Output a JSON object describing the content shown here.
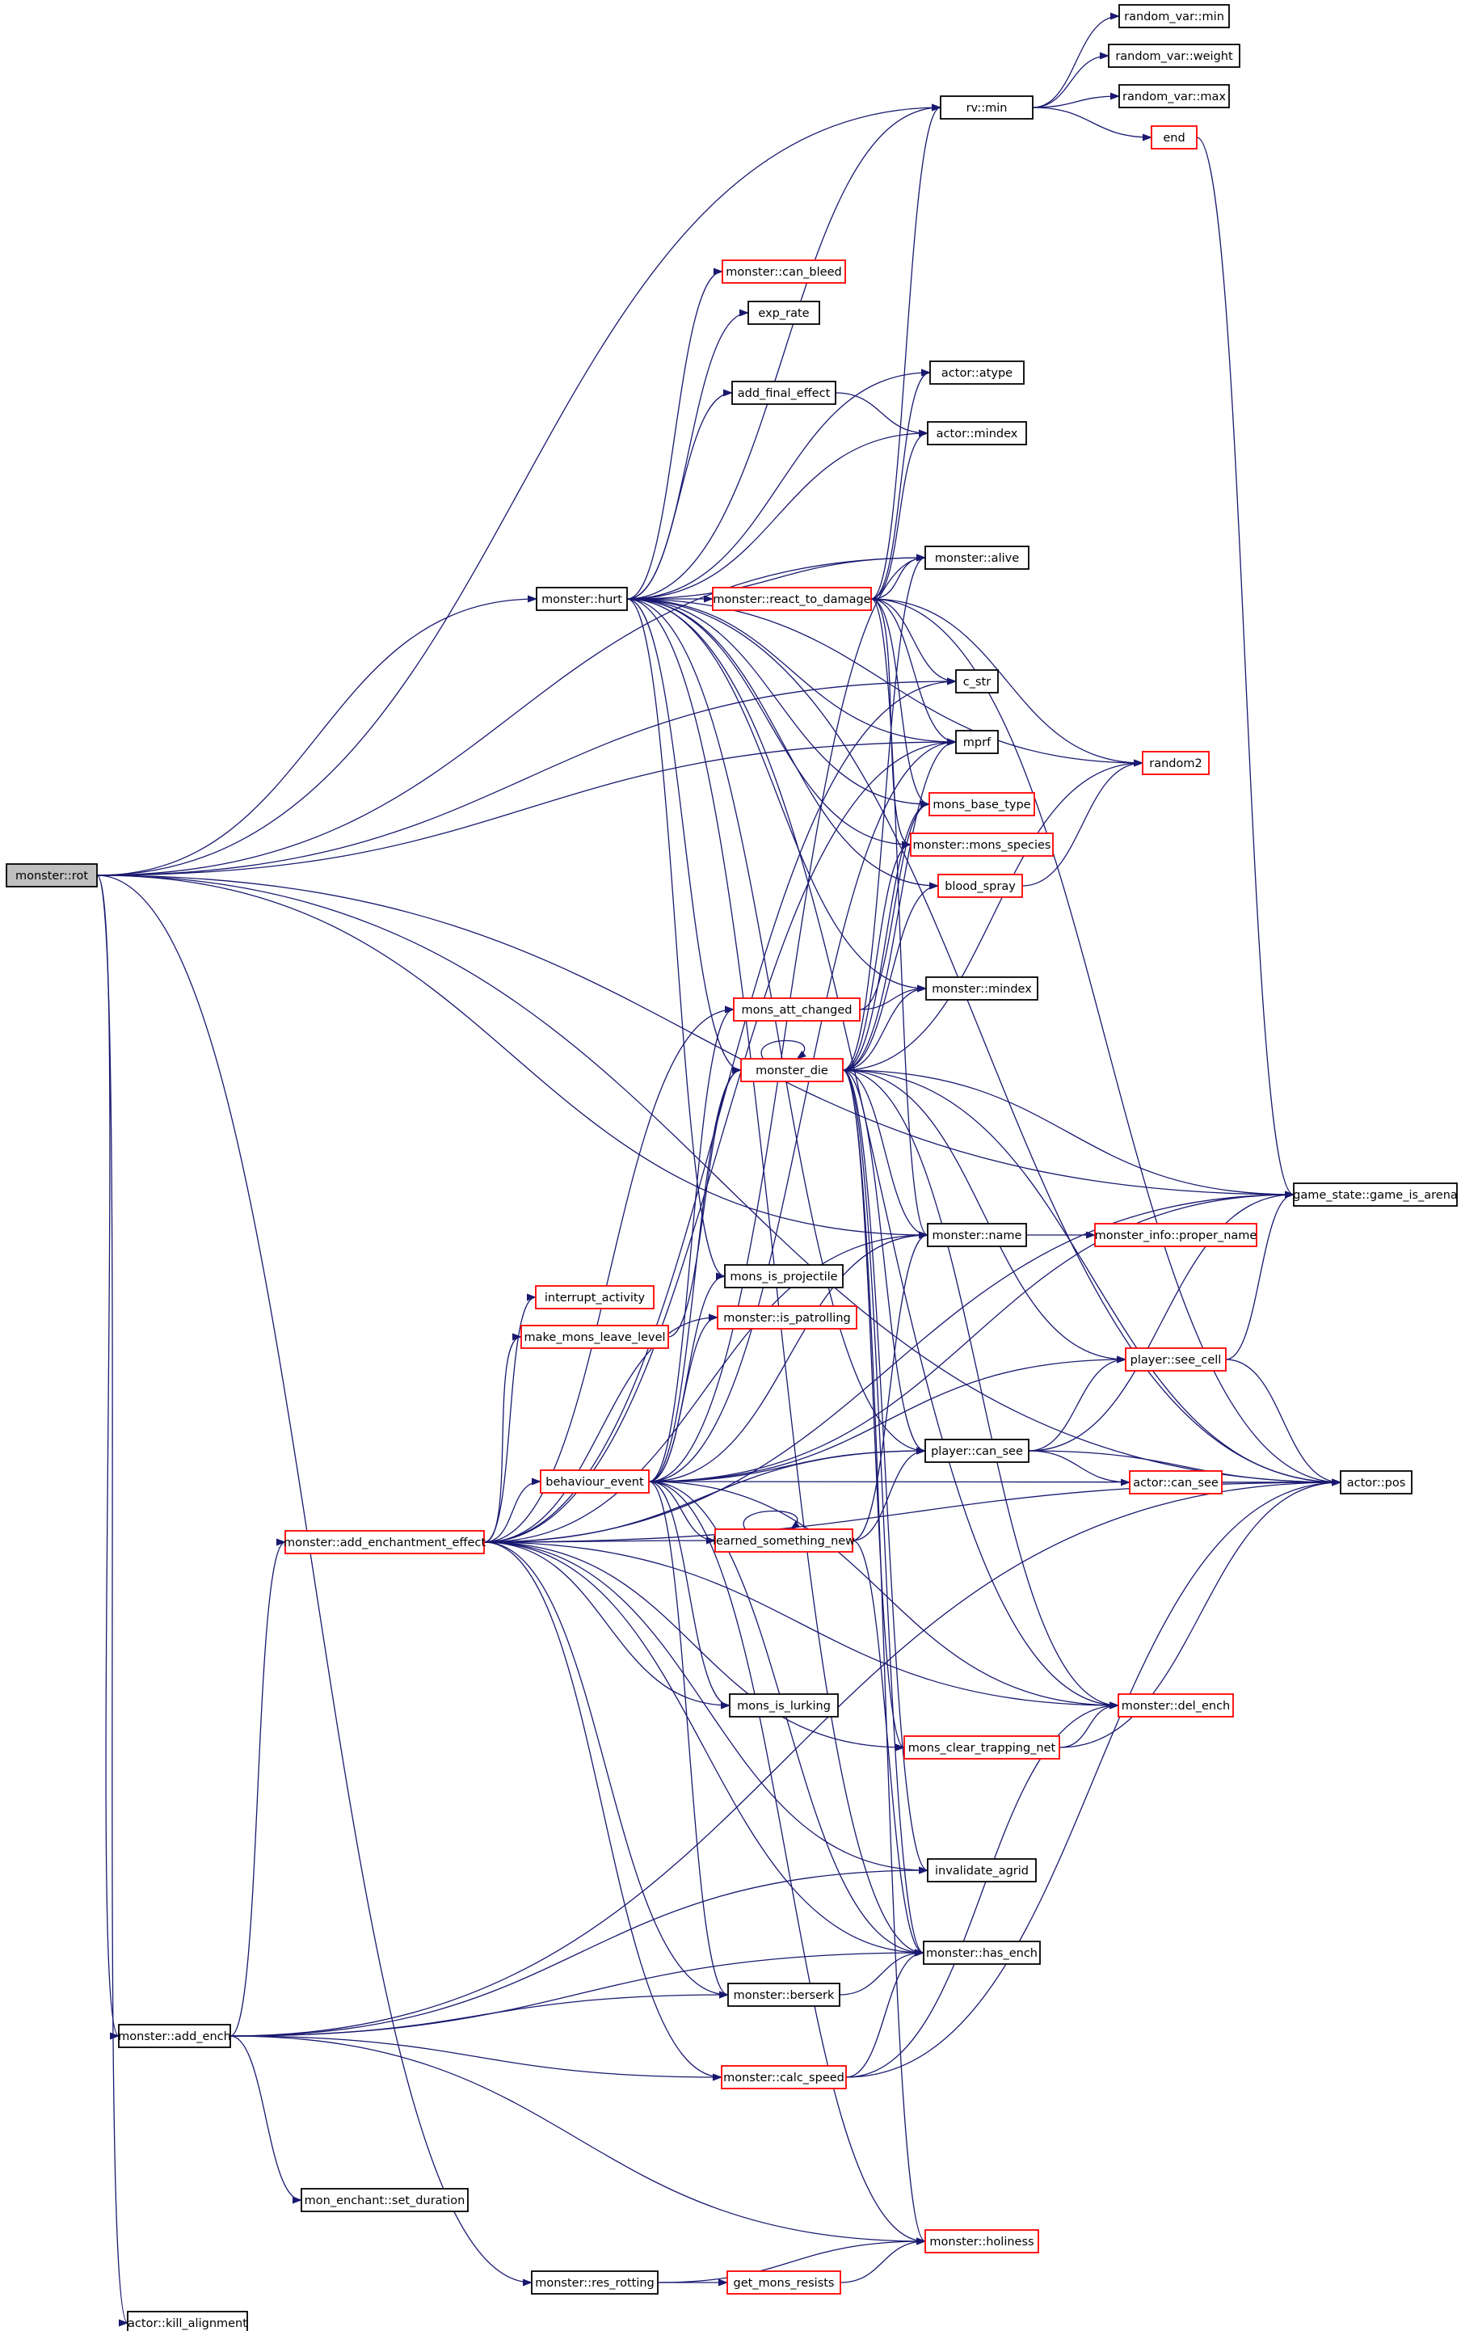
{
  "colors": {
    "edge": "#191970",
    "box_border_default": "#000000",
    "box_border_has_children": "#ff0000",
    "box_fill_default": "#ffffff",
    "box_fill_root": "#bfbfbf",
    "text": "#000000"
  },
  "nodes": [
    {
      "id": "rot",
      "label": "monster::rot",
      "style": "root"
    },
    {
      "id": "rv_min",
      "label": "rv::min",
      "style": "black"
    },
    {
      "id": "rvar_min",
      "label": "random_var::min",
      "style": "black"
    },
    {
      "id": "rvar_weight",
      "label": "random_var::weight",
      "style": "black"
    },
    {
      "id": "rvar_max",
      "label": "random_var::max",
      "style": "black"
    },
    {
      "id": "end",
      "label": "end",
      "style": "red"
    },
    {
      "id": "can_bleed",
      "label": "monster::can_bleed",
      "style": "red"
    },
    {
      "id": "exp_rate",
      "label": "exp_rate",
      "style": "black"
    },
    {
      "id": "atype",
      "label": "actor::atype",
      "style": "black"
    },
    {
      "id": "add_final_effect",
      "label": "add_final_effect",
      "style": "black"
    },
    {
      "id": "actor_mindex",
      "label": "actor::mindex",
      "style": "black"
    },
    {
      "id": "alive",
      "label": "monster::alive",
      "style": "black"
    },
    {
      "id": "hurt",
      "label": "monster::hurt",
      "style": "black"
    },
    {
      "id": "react",
      "label": "monster::react_to_damage",
      "style": "red"
    },
    {
      "id": "c_str",
      "label": "c_str",
      "style": "black"
    },
    {
      "id": "mprf",
      "label": "mprf",
      "style": "black"
    },
    {
      "id": "random2",
      "label": "random2",
      "style": "red"
    },
    {
      "id": "mons_base_type",
      "label": "mons_base_type",
      "style": "red"
    },
    {
      "id": "mons_species",
      "label": "monster::mons_species",
      "style": "red"
    },
    {
      "id": "blood_spray",
      "label": "blood_spray",
      "style": "red"
    },
    {
      "id": "monster_mindex",
      "label": "monster::mindex",
      "style": "black"
    },
    {
      "id": "mons_att_changed",
      "label": "mons_att_changed",
      "style": "red"
    },
    {
      "id": "monster_die",
      "label": "monster_die",
      "style": "red"
    },
    {
      "id": "game_is_arena",
      "label": "game_state::game_is_arena",
      "style": "black"
    },
    {
      "id": "name",
      "label": "monster::name",
      "style": "black"
    },
    {
      "id": "proper_name",
      "label": "monster_info::proper_name",
      "style": "red"
    },
    {
      "id": "interrupt_activity",
      "label": "interrupt_activity",
      "style": "red"
    },
    {
      "id": "mons_is_projectile",
      "label": "mons_is_projectile",
      "style": "black"
    },
    {
      "id": "make_mons_leave_level",
      "label": "make_mons_leave_level",
      "style": "red"
    },
    {
      "id": "is_patrolling",
      "label": "monster::is_patrolling",
      "style": "red"
    },
    {
      "id": "see_cell",
      "label": "player::see_cell",
      "style": "red"
    },
    {
      "id": "player_can_see",
      "label": "player::can_see",
      "style": "black"
    },
    {
      "id": "behaviour_event",
      "label": "behaviour_event",
      "style": "red"
    },
    {
      "id": "actor_can_see",
      "label": "actor::can_see",
      "style": "red"
    },
    {
      "id": "actor_pos",
      "label": "actor::pos",
      "style": "black"
    },
    {
      "id": "add_enchantment_effect",
      "label": "monster::add_enchantment_effect",
      "style": "red"
    },
    {
      "id": "learned_something_new",
      "label": "learned_something_new",
      "style": "red"
    },
    {
      "id": "mons_is_lurking",
      "label": "mons_is_lurking",
      "style": "black"
    },
    {
      "id": "del_ench",
      "label": "monster::del_ench",
      "style": "red"
    },
    {
      "id": "mons_clear_trapping_net",
      "label": "mons_clear_trapping_net",
      "style": "red"
    },
    {
      "id": "invalidate_agrid",
      "label": "invalidate_agrid",
      "style": "black"
    },
    {
      "id": "has_ench",
      "label": "monster::has_ench",
      "style": "black"
    },
    {
      "id": "add_ench",
      "label": "monster::add_ench",
      "style": "black"
    },
    {
      "id": "berserk",
      "label": "monster::berserk",
      "style": "black"
    },
    {
      "id": "calc_speed",
      "label": "monster::calc_speed",
      "style": "red"
    },
    {
      "id": "set_duration",
      "label": "mon_enchant::set_duration",
      "style": "black"
    },
    {
      "id": "holiness",
      "label": "monster::holiness",
      "style": "red"
    },
    {
      "id": "res_rotting",
      "label": "monster::res_rotting",
      "style": "black"
    },
    {
      "id": "get_mons_resists",
      "label": "get_mons_resists",
      "style": "red"
    },
    {
      "id": "kill_alignment",
      "label": "actor::kill_alignment",
      "style": "black"
    }
  ],
  "edges": [
    [
      "rot",
      "rv_min"
    ],
    [
      "rot",
      "alive"
    ],
    [
      "rot",
      "game_is_arena"
    ],
    [
      "rot",
      "hurt"
    ],
    [
      "rot",
      "c_str"
    ],
    [
      "rot",
      "mprf"
    ],
    [
      "rot",
      "name"
    ],
    [
      "rot",
      "actor_pos"
    ],
    [
      "rot",
      "add_ench"
    ],
    [
      "rot",
      "res_rotting"
    ],
    [
      "rot",
      "kill_alignment"
    ],
    [
      "rv_min",
      "rvar_min"
    ],
    [
      "rv_min",
      "rvar_weight"
    ],
    [
      "rv_min",
      "rvar_max"
    ],
    [
      "rv_min",
      "end"
    ],
    [
      "end",
      "game_is_arena"
    ],
    [
      "hurt",
      "rv_min"
    ],
    [
      "hurt",
      "can_bleed"
    ],
    [
      "hurt",
      "exp_rate"
    ],
    [
      "hurt",
      "atype"
    ],
    [
      "hurt",
      "add_final_effect"
    ],
    [
      "hurt",
      "actor_mindex"
    ],
    [
      "hurt",
      "alive"
    ],
    [
      "hurt",
      "react"
    ],
    [
      "hurt",
      "random2"
    ],
    [
      "hurt",
      "mprf"
    ],
    [
      "hurt",
      "mons_base_type"
    ],
    [
      "hurt",
      "mons_species"
    ],
    [
      "hurt",
      "blood_spray"
    ],
    [
      "hurt",
      "monster_mindex"
    ],
    [
      "hurt",
      "monster_die"
    ],
    [
      "hurt",
      "actor_pos"
    ],
    [
      "hurt",
      "mons_is_projectile"
    ],
    [
      "hurt",
      "player_can_see"
    ],
    [
      "hurt",
      "has_ench"
    ],
    [
      "hurt",
      "del_ench"
    ],
    [
      "add_final_effect",
      "actor_mindex"
    ],
    [
      "react",
      "rv_min"
    ],
    [
      "react",
      "atype"
    ],
    [
      "react",
      "actor_mindex"
    ],
    [
      "react",
      "alive"
    ],
    [
      "react",
      "c_str"
    ],
    [
      "react",
      "mprf"
    ],
    [
      "react",
      "random2"
    ],
    [
      "react",
      "mons_base_type"
    ],
    [
      "react",
      "mons_species"
    ],
    [
      "react",
      "actor_pos"
    ],
    [
      "react",
      "name"
    ],
    [
      "blood_spray",
      "random2"
    ],
    [
      "mons_att_changed",
      "mons_base_type"
    ],
    [
      "mons_att_changed",
      "monster_mindex"
    ],
    [
      "monster_die",
      "monster_die"
    ],
    [
      "monster_die",
      "alive"
    ],
    [
      "monster_die",
      "mprf"
    ],
    [
      "monster_die",
      "mons_base_type"
    ],
    [
      "monster_die",
      "mons_species"
    ],
    [
      "monster_die",
      "blood_spray"
    ],
    [
      "monster_die",
      "monster_mindex"
    ],
    [
      "monster_die",
      "random2"
    ],
    [
      "monster_die",
      "game_is_arena"
    ],
    [
      "monster_die",
      "name"
    ],
    [
      "monster_die",
      "actor_pos"
    ],
    [
      "monster_die",
      "see_cell"
    ],
    [
      "monster_die",
      "player_can_see"
    ],
    [
      "monster_die",
      "del_ench"
    ],
    [
      "monster_die",
      "mons_clear_trapping_net"
    ],
    [
      "monster_die",
      "invalidate_agrid"
    ],
    [
      "monster_die",
      "has_ench"
    ],
    [
      "monster_die",
      "holiness"
    ],
    [
      "name",
      "proper_name"
    ],
    [
      "see_cell",
      "game_is_arena"
    ],
    [
      "see_cell",
      "actor_pos"
    ],
    [
      "player_can_see",
      "see_cell"
    ],
    [
      "player_can_see",
      "actor_can_see"
    ],
    [
      "player_can_see",
      "actor_pos"
    ],
    [
      "player_can_see",
      "game_is_arena"
    ],
    [
      "actor_can_see",
      "actor_pos"
    ],
    [
      "behaviour_event",
      "mons_att_changed"
    ],
    [
      "behaviour_event",
      "monster_die"
    ],
    [
      "behaviour_event",
      "mprf"
    ],
    [
      "behaviour_event",
      "name"
    ],
    [
      "behaviour_event",
      "mons_is_projectile"
    ],
    [
      "behaviour_event",
      "is_patrolling"
    ],
    [
      "behaviour_event",
      "player_can_see"
    ],
    [
      "behaviour_event",
      "see_cell"
    ],
    [
      "behaviour_event",
      "game_is_arena"
    ],
    [
      "behaviour_event",
      "actor_pos"
    ],
    [
      "behaviour_event",
      "learned_something_new"
    ],
    [
      "behaviour_event",
      "mons_is_lurking"
    ],
    [
      "behaviour_event",
      "del_ench"
    ],
    [
      "behaviour_event",
      "berserk"
    ],
    [
      "behaviour_event",
      "has_ench"
    ],
    [
      "behaviour_event",
      "holiness"
    ],
    [
      "behaviour_event",
      "alive"
    ],
    [
      "learned_something_new",
      "learned_something_new"
    ],
    [
      "learned_something_new",
      "name"
    ],
    [
      "learned_something_new",
      "player_can_see"
    ],
    [
      "learned_something_new",
      "has_ench"
    ],
    [
      "add_enchantment_effect",
      "behaviour_event"
    ],
    [
      "add_enchantment_effect",
      "interrupt_activity"
    ],
    [
      "add_enchantment_effect",
      "make_mons_leave_level"
    ],
    [
      "add_enchantment_effect",
      "is_patrolling"
    ],
    [
      "add_enchantment_effect",
      "mons_att_changed"
    ],
    [
      "add_enchantment_effect",
      "c_str"
    ],
    [
      "add_enchantment_effect",
      "mprf"
    ],
    [
      "add_enchantment_effect",
      "name"
    ],
    [
      "add_enchantment_effect",
      "player_can_see"
    ],
    [
      "add_enchantment_effect",
      "learned_something_new"
    ],
    [
      "add_enchantment_effect",
      "mons_is_lurking"
    ],
    [
      "add_enchantment_effect",
      "del_ench"
    ],
    [
      "add_enchantment_effect",
      "mons_clear_trapping_net"
    ],
    [
      "add_enchantment_effect",
      "invalidate_agrid"
    ],
    [
      "add_enchantment_effect",
      "has_ench"
    ],
    [
      "add_enchantment_effect",
      "berserk"
    ],
    [
      "add_enchantment_effect",
      "calc_speed"
    ],
    [
      "add_enchantment_effect",
      "actor_pos"
    ],
    [
      "add_enchantment_effect",
      "game_is_arena"
    ],
    [
      "make_mons_leave_level",
      "monster_die"
    ],
    [
      "mons_clear_trapping_net",
      "del_ench"
    ],
    [
      "mons_clear_trapping_net",
      "actor_pos"
    ],
    [
      "add_ench",
      "add_enchantment_effect"
    ],
    [
      "add_ench",
      "invalidate_agrid"
    ],
    [
      "add_ench",
      "berserk"
    ],
    [
      "add_ench",
      "has_ench"
    ],
    [
      "add_ench",
      "calc_speed"
    ],
    [
      "add_ench",
      "actor_pos"
    ],
    [
      "add_ench",
      "set_duration"
    ],
    [
      "add_ench",
      "holiness"
    ],
    [
      "berserk",
      "has_ench"
    ],
    [
      "calc_speed",
      "has_ench"
    ],
    [
      "calc_speed",
      "actor_pos"
    ],
    [
      "calc_speed",
      "del_ench"
    ],
    [
      "res_rotting",
      "get_mons_resists"
    ],
    [
      "res_rotting",
      "holiness"
    ],
    [
      "get_mons_resists",
      "holiness"
    ]
  ]
}
